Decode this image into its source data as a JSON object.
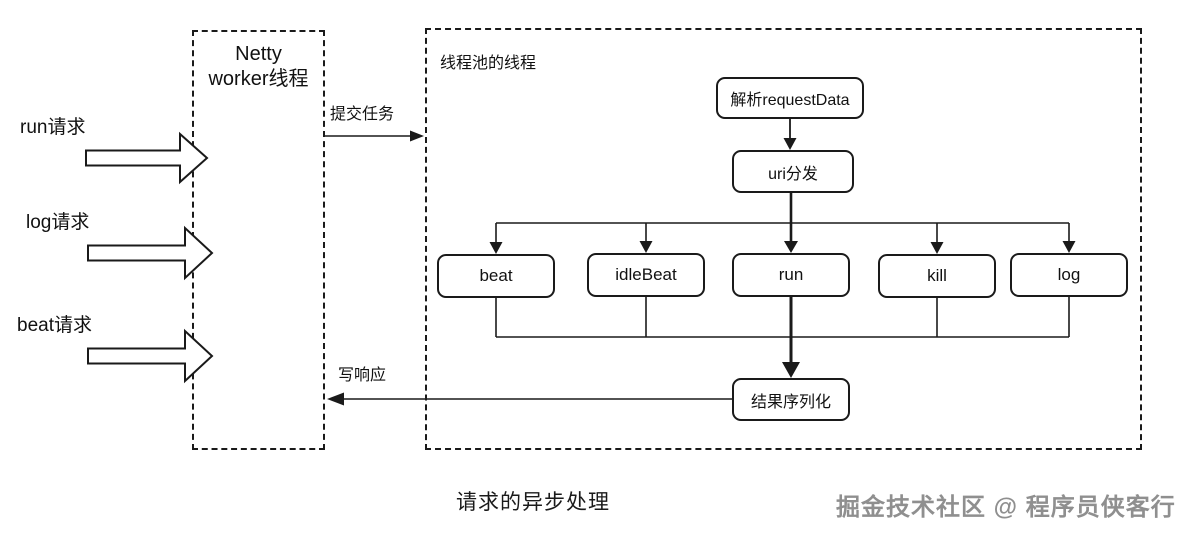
{
  "colors": {
    "line": "#1a1a1a",
    "background": "#ffffff",
    "node_fill": "#ffffff",
    "watermark": "#8f8f8f"
  },
  "lanes": {
    "netty": {
      "title_line1": "Netty",
      "title_line2": "worker线程"
    },
    "pool": {
      "title": "线程池的线程"
    }
  },
  "requests": [
    "run请求",
    "log请求",
    "beat请求"
  ],
  "edges": {
    "submit": "提交任务",
    "write_response": "写响应"
  },
  "nodes": {
    "parse": "解析requestData",
    "dispatch": "uri分发",
    "handlers": [
      "beat",
      "idleBeat",
      "run",
      "kill",
      "log"
    ],
    "serialize": "结果序列化"
  },
  "caption": "请求的异步处理",
  "watermark": "掘金技术社区 @ 程序员侠客行"
}
